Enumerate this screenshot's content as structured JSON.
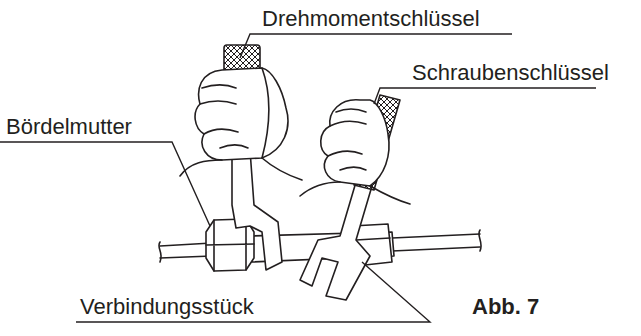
{
  "diagram": {
    "caption": "Abb. 7",
    "labels": [
      "Drehmomentschlüssel",
      "Schraubenschlüssel",
      "Bördelmutter",
      "Verbindungsstück"
    ]
  }
}
